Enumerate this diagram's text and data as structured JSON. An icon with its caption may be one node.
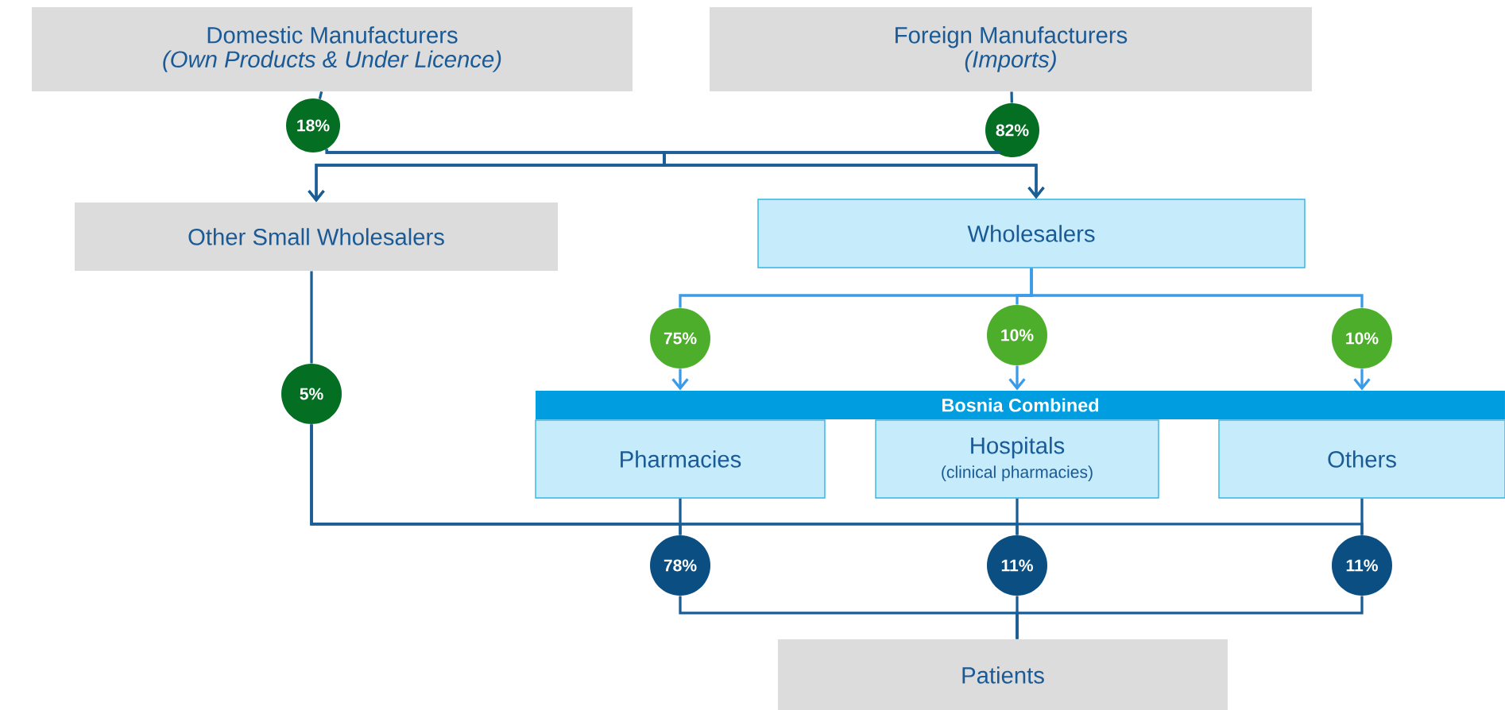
{
  "diagram": {
    "nodes": [
      {
        "text": [
          "Domestic Manufacturers",
          "(Own Products & Under Licence)"
        ]
      },
      {
        "text": [
          "Foreign Manufacturers",
          "(Imports)"
        ]
      },
      {
        "text": [
          "18%"
        ]
      },
      {
        "text": [
          "82%"
        ]
      },
      {
        "text": [
          "Other Small Wholesalers"
        ]
      },
      {
        "text": [
          "Wholesalers"
        ]
      },
      {
        "text": [
          "75%"
        ]
      },
      {
        "text": [
          "10%"
        ]
      },
      {
        "text": [
          "10%"
        ]
      },
      {
        "text": [
          "Bosnia Combined"
        ]
      },
      {
        "text": [
          "Pharmacies"
        ]
      },
      {
        "text": [
          "Hospitals",
          "(clinical pharmacies)"
        ]
      },
      {
        "text": [
          "Others"
        ]
      },
      {
        "text": [
          "5%"
        ]
      },
      {
        "text": [
          "78%"
        ]
      },
      {
        "text": [
          "11%"
        ]
      },
      {
        "text": [
          "11%"
        ]
      },
      {
        "text": [
          "Patients"
        ]
      }
    ],
    "edges": [
      {
        "from": 0,
        "to": 2,
        "arrow": "none"
      },
      {
        "from": 1,
        "to": 3,
        "arrow": "none"
      },
      {
        "from": 2,
        "to": 4,
        "arrow": "to"
      },
      {
        "from": 2,
        "to": 5,
        "arrow": "to"
      },
      {
        "from": 3,
        "to": 4,
        "arrow": "to"
      },
      {
        "from": 3,
        "to": 5,
        "arrow": "to"
      },
      {
        "from": 5,
        "to": 6,
        "arrow": "none",
        "color": "#3a9be8"
      },
      {
        "from": 5,
        "to": 7,
        "arrow": "none",
        "color": "#3a9be8"
      },
      {
        "from": 5,
        "to": 8,
        "arrow": "none",
        "color": "#3a9be8"
      },
      {
        "from": 6,
        "to": 9,
        "arrow": "to",
        "color": "#3a9be8"
      },
      {
        "from": 7,
        "to": 9,
        "arrow": "to",
        "color": "#3a9be8"
      },
      {
        "from": 8,
        "to": 9,
        "arrow": "to",
        "color": "#3a9be8"
      },
      {
        "from": 4,
        "to": 13,
        "arrow": "none"
      },
      {
        "from": 13,
        "to": 14,
        "arrow": "none"
      },
      {
        "from": 13,
        "to": 15,
        "arrow": "none"
      },
      {
        "from": 13,
        "to": 16,
        "arrow": "none"
      },
      {
        "from": 10,
        "to": 14,
        "arrow": "none"
      },
      {
        "from": 11,
        "to": 15,
        "arrow": "none"
      },
      {
        "from": 12,
        "to": 16,
        "arrow": "none"
      },
      {
        "from": 14,
        "to": 17,
        "arrow": "none"
      },
      {
        "from": 15,
        "to": 17,
        "arrow": "none"
      },
      {
        "from": 16,
        "to": 17,
        "arrow": "none"
      }
    ]
  }
}
